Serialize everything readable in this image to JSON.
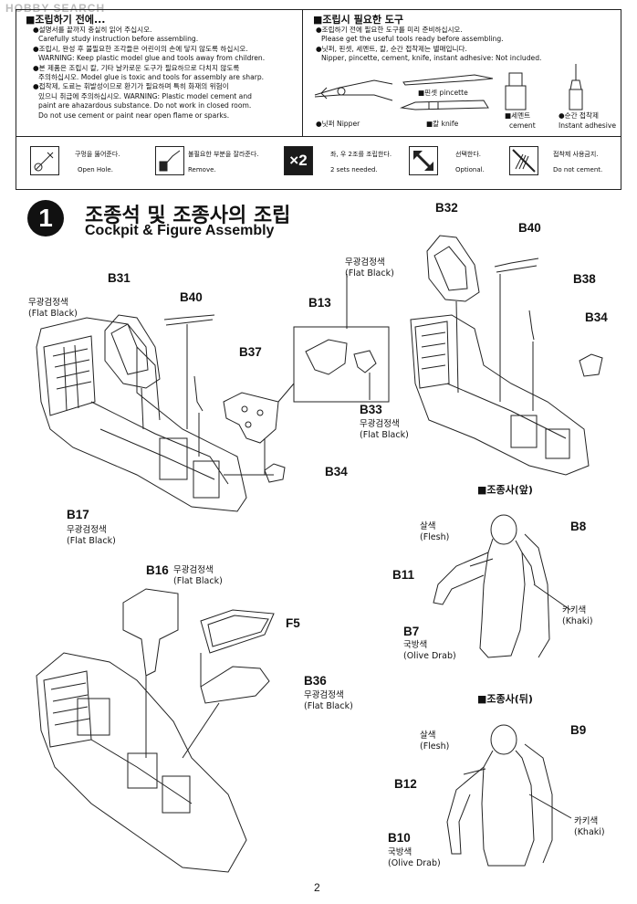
{
  "watermark": "HOBBY SEARCH",
  "before_assembly": {
    "title": "■조립하기 전에...",
    "lines": [
      "●설명서를 끝까지 충실히 읽어 주십시오.",
      "Carefully study instruction before assembling.",
      "●조립시, 완성 후 불필요한 조각들은 어린이의 손에 닿지 않도록 하십시오.",
      "WARNING: Keep plastic model glue and tools away from children.",
      "●본 제품은 조립시 칼, 기타 날카로운 도구가 필요하므로 다치지 않도록",
      "주의하십시오.   Model glue is toxic and tools for assembly are sharp.",
      "●접착제, 도료는 휘발성이므로 환기가 필요하며  특히 화재의 위험이",
      "있으니 취급에 주의하십시오.  WARNING: Plastic model cement and",
      "paint are ahazardous substance. Do not work in closed room.",
      "Do not use cement or paint near open flame or sparks."
    ]
  },
  "tools": {
    "title": "■조립시 필요한 도구",
    "lines": [
      "●조립하기 전에 필요한 도구를 미리 준비하십시오.",
      "Please get the useful tools ready before assembling.",
      "●닛퍼, 핀셋, 세멘트, 칼, 순간 접착제는 별매입니다.",
      "Nipper, pincette, cement, knife, instant adhesive: Not included."
    ],
    "nipper": "●닛퍼 Nipper",
    "pincette": "■핀셋 pincette",
    "knife": "■칼 knife",
    "cement_ko": "■세멘트",
    "cement_en": "cement",
    "instant_ko": "●순간 접착제",
    "instant_en": "Instant adhesive"
  },
  "symbols": [
    {
      "ko": "구멍을 뚫어준다.",
      "en": "Open Hole."
    },
    {
      "ko": "불필요한 부분을 잘라준다.",
      "en": "Remove."
    },
    {
      "ko": "좌, 우 2조를 조립한다.",
      "en": "2 sets needed.",
      "mark": "×2"
    },
    {
      "ko": "선택한다.",
      "en": "Optional."
    },
    {
      "ko": "접착제 사용금지.",
      "en": "Do not cement."
    }
  ],
  "step": {
    "number": "1",
    "title_ko": "조종석 및 조종사의 조립",
    "title_en": "Cockpit & Figure Assembly"
  },
  "parts": {
    "B32": "B32",
    "B40a": "B40",
    "B38": "B38",
    "B34a": "B34",
    "B31": "B31",
    "B40b": "B40",
    "B37": "B37",
    "B13": "B13",
    "B33": "B33",
    "B34b": "B34",
    "B17": "B17",
    "B16": "B16",
    "F5": "F5",
    "B36": "B36",
    "B8": "B8",
    "B11": "B11",
    "B7": "B7",
    "B9": "B9",
    "B12": "B12",
    "B10": "B10"
  },
  "colors": {
    "flat_black_ko": "무광검정색",
    "flat_black_en": "(Flat Black)",
    "flesh_ko": "살색",
    "flesh_en": "(Flesh)",
    "khaki_ko": "카키색",
    "khaki_en": "(Khaki)",
    "olive_ko": "국방색",
    "olive_en": "(Olive Drab)"
  },
  "figure_front_title": "■조종사(앞)",
  "figure_rear_title": "■조종사(뒤)",
  "page_number": "2"
}
